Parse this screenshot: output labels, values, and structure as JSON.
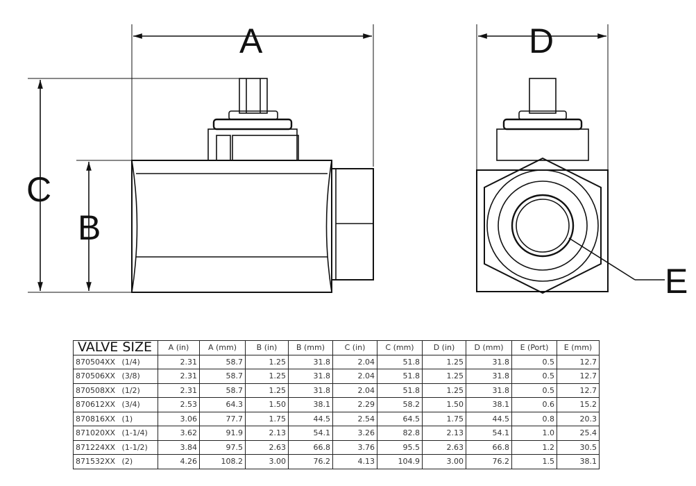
{
  "labels": {
    "A": "A",
    "B": "B",
    "C": "C",
    "D": "D",
    "E": "E"
  },
  "table": {
    "headers": [
      "VALVE SIZE",
      "A (in)",
      "A (mm)",
      "B (in)",
      "B (mm)",
      "C (in)",
      "C (mm)",
      "D (in)",
      "D (mm)",
      "E (Port)",
      "E (mm)"
    ],
    "rows": [
      [
        "870504XX  (1/4)",
        "2.31",
        "58.7",
        "1.25",
        "31.8",
        "2.04",
        "51.8",
        "1.25",
        "31.8",
        "0.5",
        "12.7"
      ],
      [
        "870506XX  (3/8)",
        "2.31",
        "58.7",
        "1.25",
        "31.8",
        "2.04",
        "51.8",
        "1.25",
        "31.8",
        "0.5",
        "12.7"
      ],
      [
        "870508XX  (1/2)",
        "2.31",
        "58.7",
        "1.25",
        "31.8",
        "2.04",
        "51.8",
        "1.25",
        "31.8",
        "0.5",
        "12.7"
      ],
      [
        "870612XX  (3/4)",
        "2.53",
        "64.3",
        "1.50",
        "38.1",
        "2.29",
        "58.2",
        "1.50",
        "38.1",
        "0.6",
        "15.2"
      ],
      [
        "870816XX  (1)",
        "3.06",
        "77.7",
        "1.75",
        "44.5",
        "2.54",
        "64.5",
        "1.75",
        "44.5",
        "0.8",
        "20.3"
      ],
      [
        "871020XX  (1-1/4)",
        "3.62",
        "91.9",
        "2.13",
        "54.1",
        "3.26",
        "82.8",
        "2.13",
        "54.1",
        "1.0",
        "25.4"
      ],
      [
        "871224XX  (1-1/2)",
        "3.84",
        "97.5",
        "2.63",
        "66.8",
        "3.76",
        "95.5",
        "2.63",
        "66.8",
        "1.2",
        "30.5"
      ],
      [
        "871532XX  (2)",
        "4.26",
        "108.2",
        "3.00",
        "76.2",
        "4.13",
        "104.9",
        "3.00",
        "76.2",
        "1.5",
        "38.1"
      ]
    ]
  }
}
